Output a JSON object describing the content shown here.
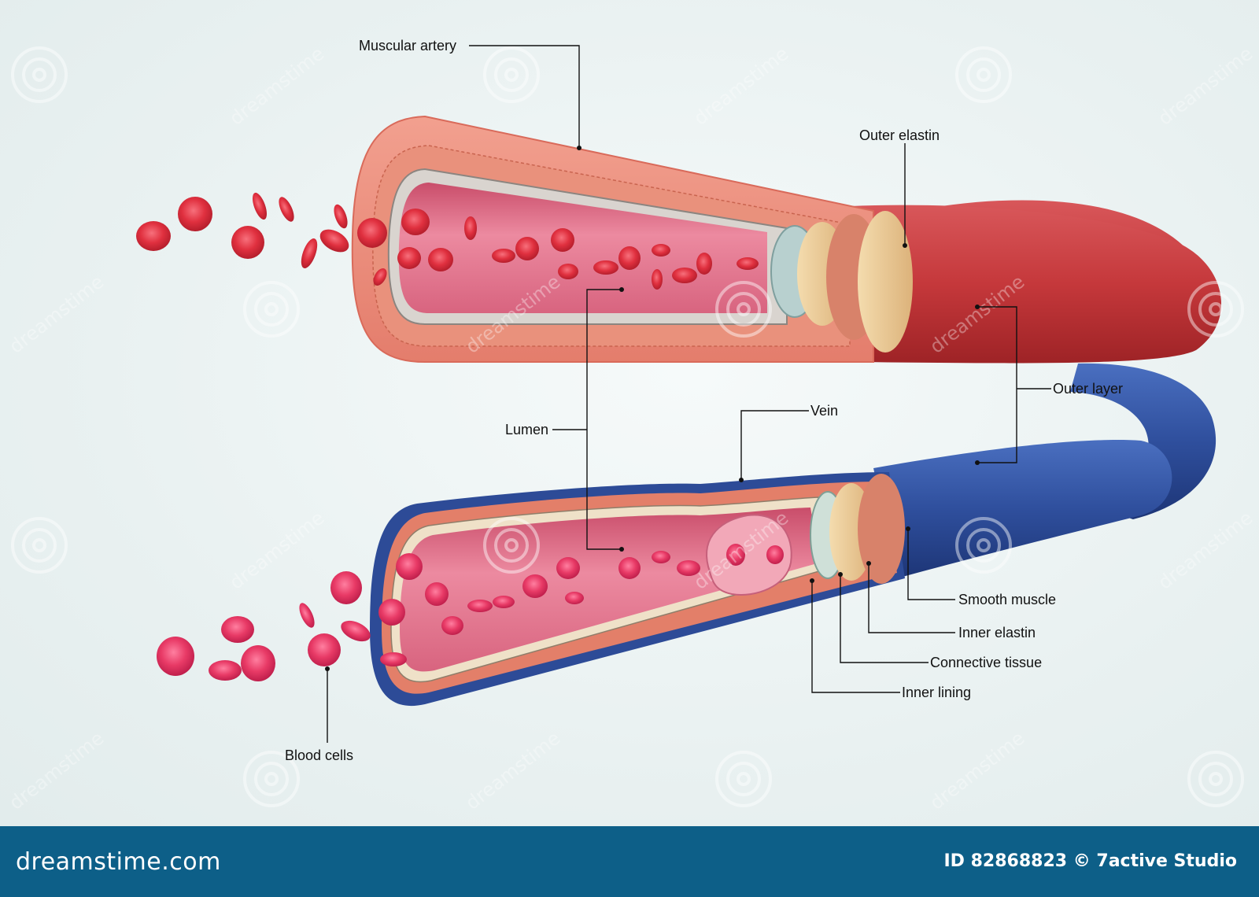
{
  "labels": {
    "muscular_artery": "Muscular artery",
    "outer_elastin": "Outer elastin",
    "outer_layer": "Outer layer",
    "vein": "Vein",
    "lumen": "Lumen",
    "smooth_muscle": "Smooth muscle",
    "inner_elastin": "Inner elastin",
    "connective_tissue": "Connective tissue",
    "inner_lining": "Inner lining",
    "blood_cells": "Blood cells"
  },
  "watermark": {
    "brand": "dreamstime"
  },
  "footer": {
    "logo": "dreamstime.com",
    "credit": "ID 82868823 © 7active Studio"
  },
  "colors": {
    "artery": "#c8383a",
    "vein": "#2e4f9e",
    "blood_cell": "#e63a48",
    "lumen": "#ef8ea2",
    "footer": "#0d5f88"
  }
}
